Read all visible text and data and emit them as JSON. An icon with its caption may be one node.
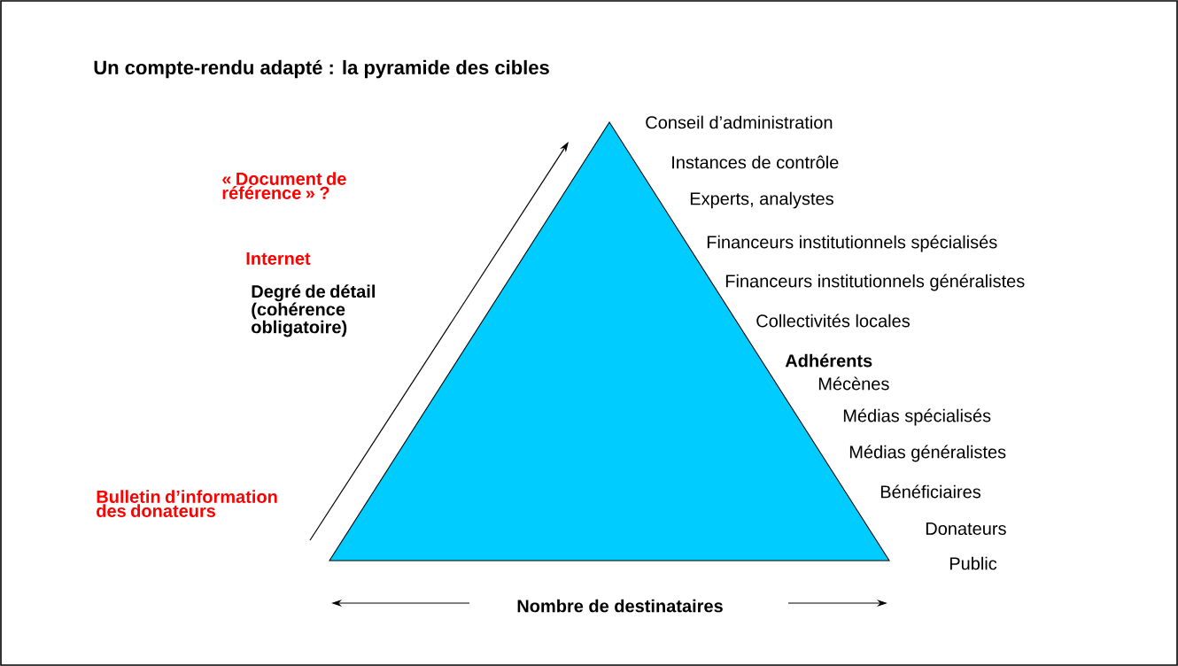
{
  "diagram": {
    "title": "Un compte-rendu adapté : la pyramide des cibles",
    "nodes": [
      {
        "text": [],
        "shape": "triangle",
        "beside": [
          "Conseil d’administration",
          "Instances de contrôle",
          "Experts, analystes",
          "Financeurs institutionnels spécialisés",
          "Financeurs institutionnels généralistes",
          "Collectivités locales",
          "Adhérents",
          "Mécènes",
          "Médias spécialisés",
          "Médias généralistes",
          "Bénéficiaires",
          "Donateurs",
          "Public"
        ]
      }
    ],
    "labels": [
      "« Document de référence » ?",
      "Internet",
      "Degré de détail (cohérence obligatoire)",
      "Bulletin d’information des donateurs",
      "Nombre de destinataires"
    ]
  }
}
